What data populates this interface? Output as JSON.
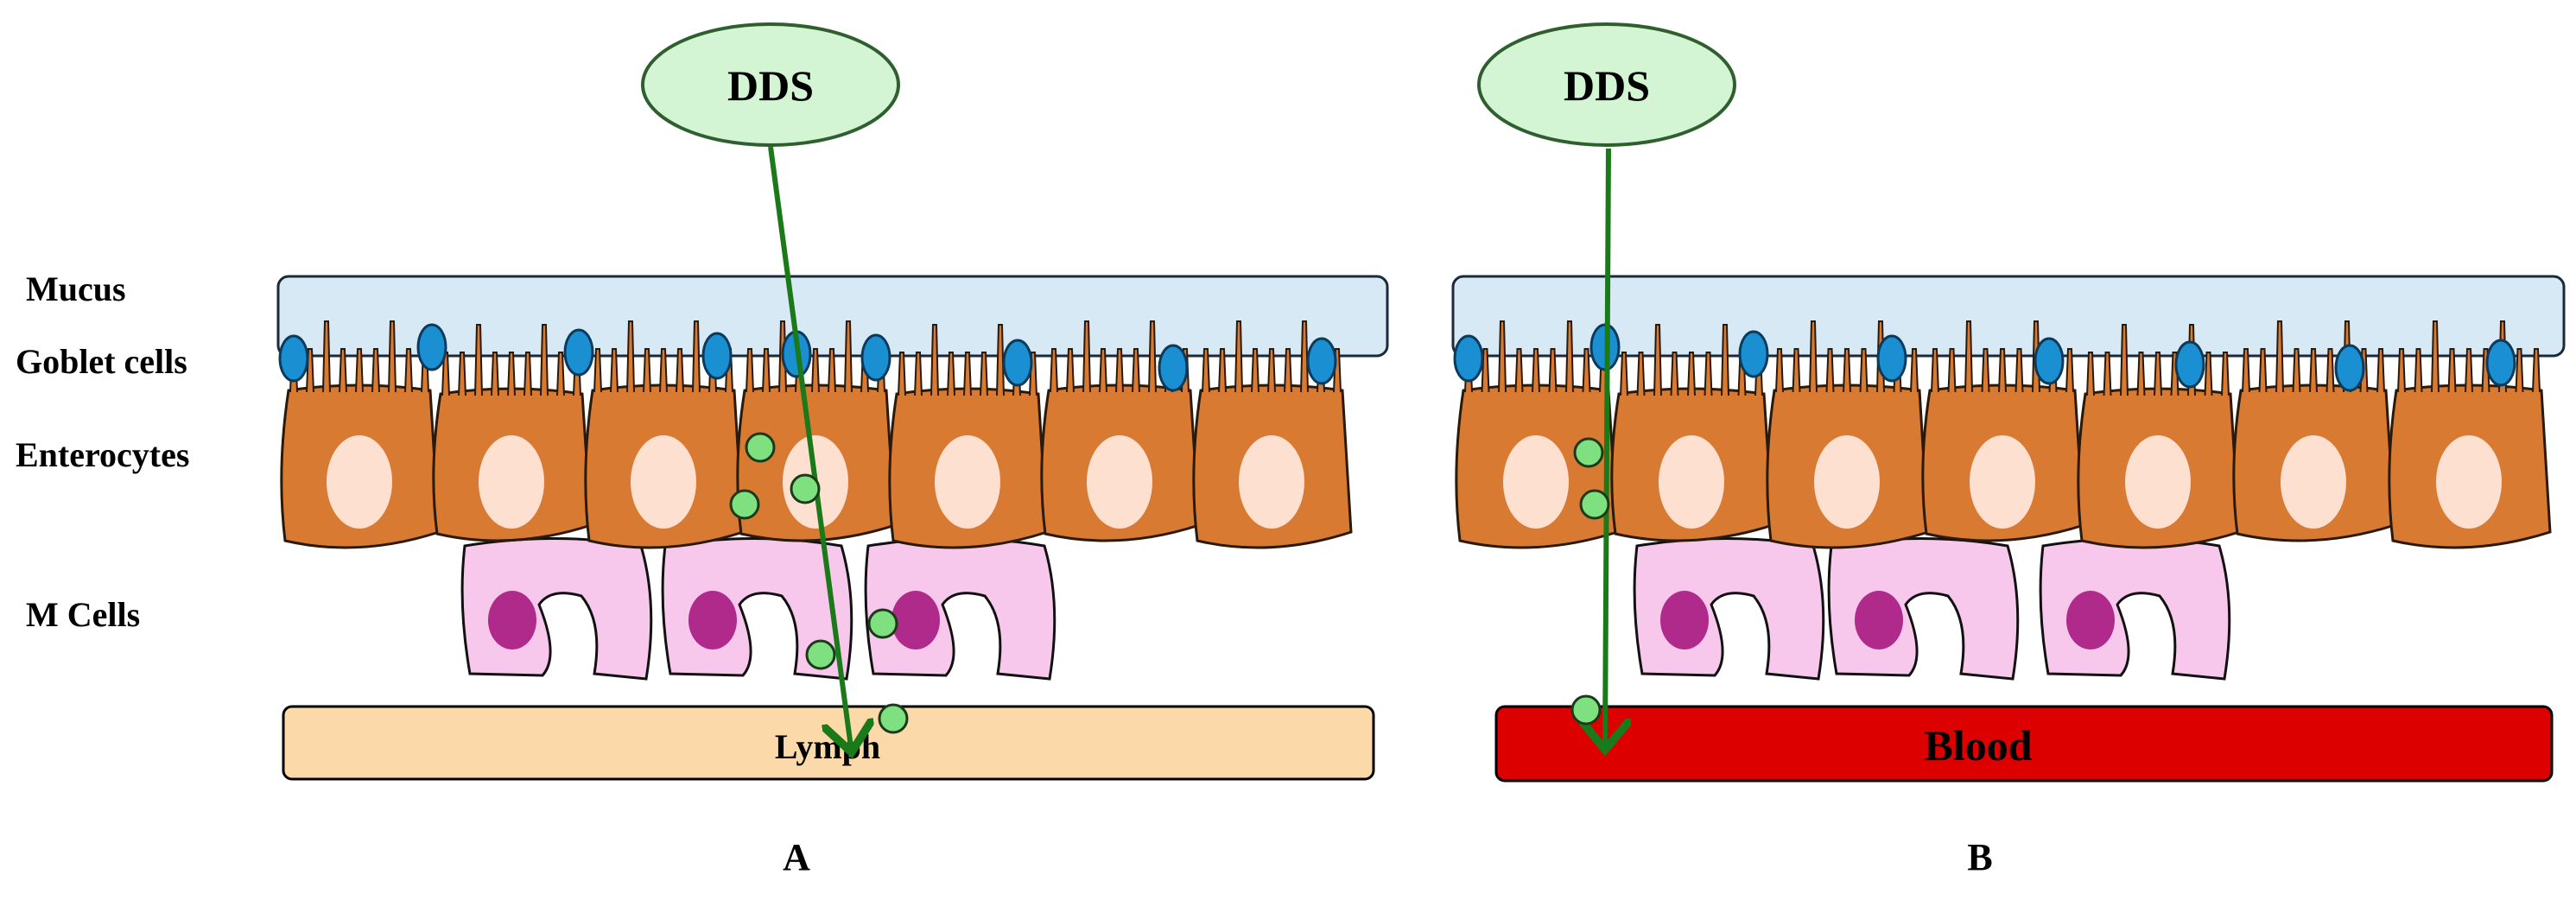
{
  "labels": {
    "mucus": "Mucus",
    "goblet_cells": "Goblet cells",
    "enterocytes": "Enterocytes",
    "m_cells": "M Cells"
  },
  "panel_a": {
    "dds_label": "DDS",
    "vessel_label": "Lymph",
    "panel_letter": "A"
  },
  "panel_b": {
    "dds_label": "DDS",
    "vessel_label": "Blood",
    "panel_letter": "B"
  },
  "colors": {
    "dds_fill": "#d4f5d4",
    "dds_stroke": "#2f5f2f",
    "mucus_fill": "#d8e9f6",
    "goblet": "#1a8fd1",
    "enterocyte": "#d97a33",
    "enterocyte_nucleus": "#fde0d0",
    "m_cell": "#f8c8ec",
    "m_cell_nucleus": "#b02a8c",
    "particle": "#7ee07e",
    "arrow": "#1a7a1a",
    "lymph": "#fcd9a8",
    "blood": "#dd0000"
  }
}
